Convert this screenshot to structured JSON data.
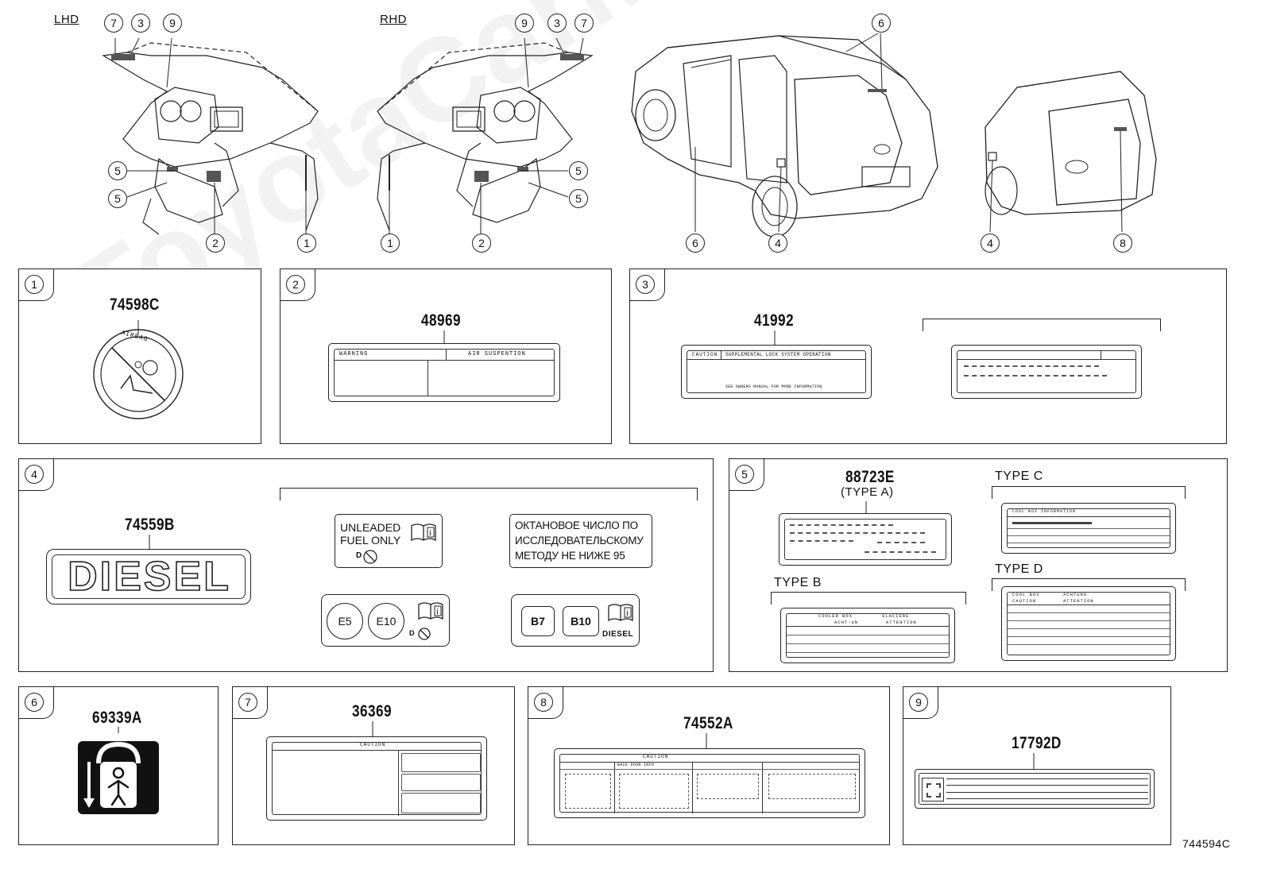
{
  "header": {
    "lhd_label": "LHD",
    "rhd_label": "RHD"
  },
  "callouts": {
    "lhd_top": [
      "7",
      "3",
      "9"
    ],
    "lhd_left": [
      "5",
      "5"
    ],
    "lhd_bottom": [
      "2",
      "1"
    ],
    "rhd_top": [
      "9",
      "3",
      "7"
    ],
    "rhd_right": [
      "5",
      "5"
    ],
    "rhd_bottom": [
      "1",
      "2"
    ],
    "side_top": "6",
    "side_bottom": [
      "6",
      "4"
    ],
    "rear_bottom": [
      "4",
      "8"
    ]
  },
  "panels": {
    "p1": {
      "num": "1",
      "part": "74598C",
      "badge_text": "AIRBAG"
    },
    "p2": {
      "num": "2",
      "part": "48969",
      "left_head": "WARNING",
      "right_head": "AIR SUSPENTION"
    },
    "p3": {
      "num": "3",
      "part": "41992",
      "head_left": "CAUTION",
      "head_right": "SUPPLEMENTAL LOCK SYSTEM OPERATION",
      "foot": "SEE OWNERS MANUAL FOR MORE INFORMATION"
    },
    "p4": {
      "num": "4",
      "part": "74559B",
      "emblem": "DIESEL",
      "unleaded_l1": "UNLEADED",
      "unleaded_l2": "FUEL ONLY",
      "unleaded_mark": "D",
      "ru_l1": "ОКТАНОВОЕ ЧИСЛО ПО",
      "ru_l2": "ИССЛЕДОВАТЕЛЬСКОМУ",
      "ru_l3": "МЕТОДУ НЕ НИЖЕ 95",
      "e5": "E5",
      "e10": "E10",
      "b7": "B7",
      "b10": "B10",
      "diesel_small": "DIESEL",
      "d_mark": "D"
    },
    "p5": {
      "num": "5",
      "part": "88723E",
      "type_a": "(TYPE A)",
      "type_b": "TYPE B",
      "type_c": "TYPE C",
      "type_d": "TYPE D",
      "b_head1": "COOLER BOX",
      "b_head2": "GLACIERE",
      "b_head3": "ACHT-UN",
      "b_head4": "ATTENTION",
      "c_head": "COOL BOX INFORMATION",
      "d_head1": "COOL BOX",
      "d_head2": "ACHTUNG",
      "d_head3": "CAUTION",
      "d_head4": "ATTENTION"
    },
    "p6": {
      "num": "6",
      "part": "69339A"
    },
    "p7": {
      "num": "7",
      "part": "36369",
      "head": "CAUTION"
    },
    "p8": {
      "num": "8",
      "part": "74552A",
      "head_mid": "CAUTION",
      "sub": "BACK DOOR INFO"
    },
    "p9": {
      "num": "9",
      "part": "17792D"
    }
  },
  "diagram_code": "744594C",
  "watermark": "ToyotaCarMine.ru"
}
